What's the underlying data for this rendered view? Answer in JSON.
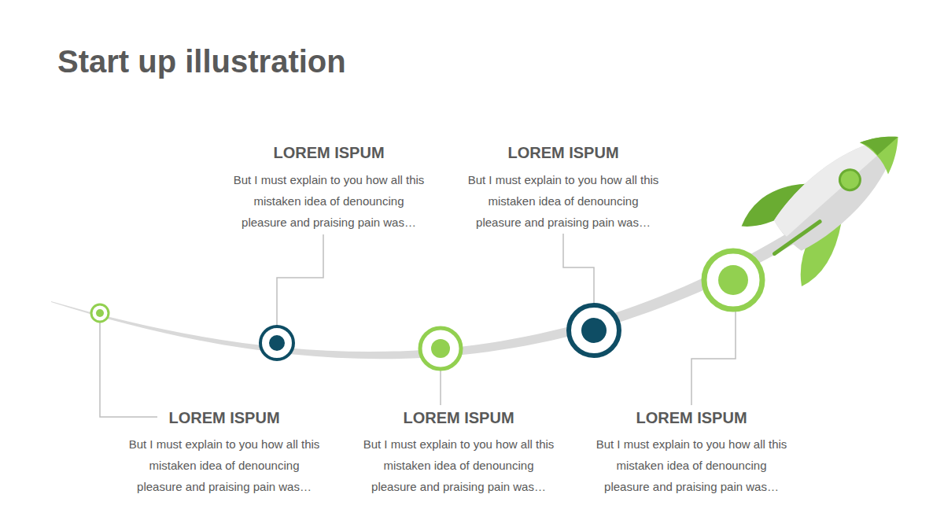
{
  "diagram": {
    "title": "Start up illustration",
    "labels": [
      "LOREM ISPUM",
      "But I must explain to you how all this mistaken idea of denouncing pleasure and praising pain was…",
      "LOREM ISPUM",
      "But I must explain to you how all this mistaken idea of denouncing pleasure and praising pain was…",
      "LOREM ISPUM",
      "But I must explain to you how all this mistaken idea of denouncing pleasure and praising pain was…",
      "LOREM ISPUM",
      "But I must explain to you how all this mistaken idea of denouncing pleasure and praising pain was…",
      "LOREM ISPUM",
      "But I must explain to you how all this mistaken idea of denouncing pleasure and praising pain was…"
    ]
  }
}
